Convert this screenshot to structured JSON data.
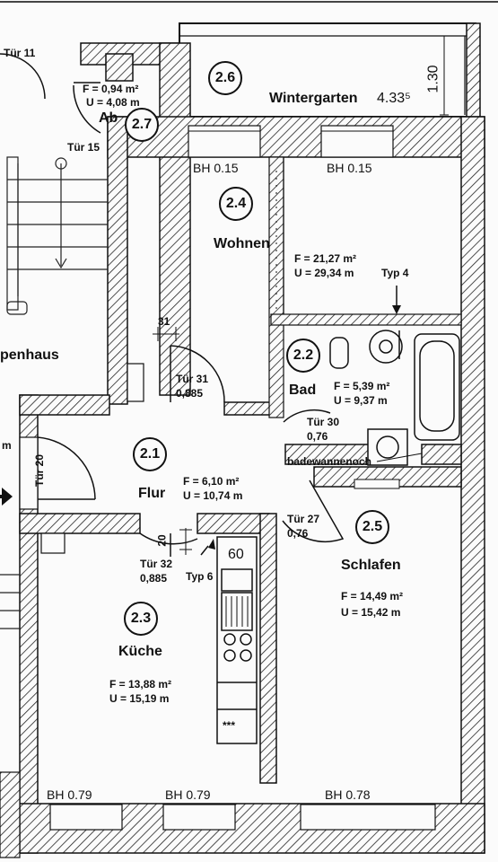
{
  "rooms": {
    "r26": {
      "num": "2.6",
      "name": "Wintergarten",
      "dim": "4.33⁵",
      "dim2": "1.30"
    },
    "r27": {
      "num": "2.7",
      "name": "Ab",
      "area": "F = 0,94 m²",
      "perim": "U = 4,08 m"
    },
    "r24": {
      "num": "2.4",
      "name": "Wohnen",
      "area": "F = 21,27 m²",
      "perim": "U = 29,34 m"
    },
    "r22": {
      "num": "2.2",
      "name": "Bad",
      "area": "F = 5,39 m²",
      "perim": "U = 9,37 m"
    },
    "r21": {
      "num": "2.1",
      "name": "Flur",
      "area": "F = 6,10 m²",
      "perim": "U = 10,74 m"
    },
    "r25": {
      "num": "2.5",
      "name": "Schlafen",
      "area": "F = 14,49 m²",
      "perim": "U = 15,42 m"
    },
    "r23": {
      "num": "2.3",
      "name": "Küche",
      "area": "F = 13,88 m²",
      "perim": "U = 15,19 m"
    },
    "stair": {
      "name": "penhaus"
    }
  },
  "doors": {
    "t11": "Tür 11",
    "t15": "Tür 15",
    "t31": "Tür 31",
    "t31w": "0,885",
    "t30": "Tür 30",
    "t30w": "0,76",
    "t20": "Tür 20",
    "t27": "Tür 27",
    "t27w": "0,76",
    "t32": "Tür 32",
    "t32w": "0,885"
  },
  "sills": {
    "bh1": "BH  0.15",
    "bh2": "BH  0.15",
    "bh3": "BH  0.79",
    "bh4": "BH  0.79",
    "bh5": "BH  0.78"
  },
  "misc": {
    "typ4": "Typ 4",
    "typ6": "Typ 6",
    "badewanne": "badewannenoch",
    "dim31": "31",
    "dim20": "20",
    "dim60": "60",
    "partial_m": "m",
    "stars": "***"
  }
}
